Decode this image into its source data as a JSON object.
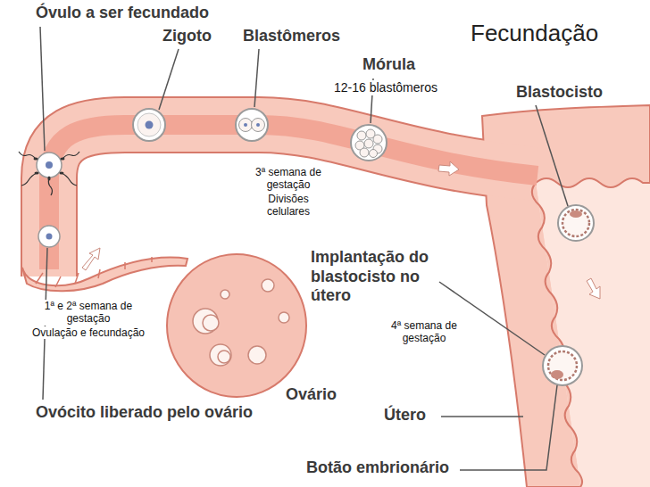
{
  "diagram": {
    "title": "Fecundação",
    "labels": [
      "Óvulo a ser fecundado",
      "Zigoto",
      "Blastômeros",
      "Mórula",
      "12-16 blastômeros",
      "Blastocisto",
      "3ª semana de gestação",
      "Divisões celulares",
      "Implantação do blastocisto no útero",
      "1ª e 2ª semana de gestação",
      "Ovulação e fecundação",
      "4ª semana de gestação",
      "Ovário",
      "Ovócito liberado pelo ovário",
      "Útero",
      "Botão embrionário"
    ]
  }
}
